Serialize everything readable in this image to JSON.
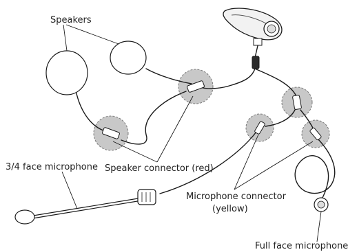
{
  "labels": {
    "speakers": "Speakers",
    "speaker_connector": "Speaker connector (red)",
    "three_quarter_mic": "3/4 face microphone",
    "mic_connector_line1": "Microphone connector",
    "mic_connector_line2": "(yellow)",
    "full_face_mic": "Full face microphone"
  },
  "colors": {
    "wire": "#1a1a1a",
    "connector_highlight": "#c8c8c8"
  }
}
